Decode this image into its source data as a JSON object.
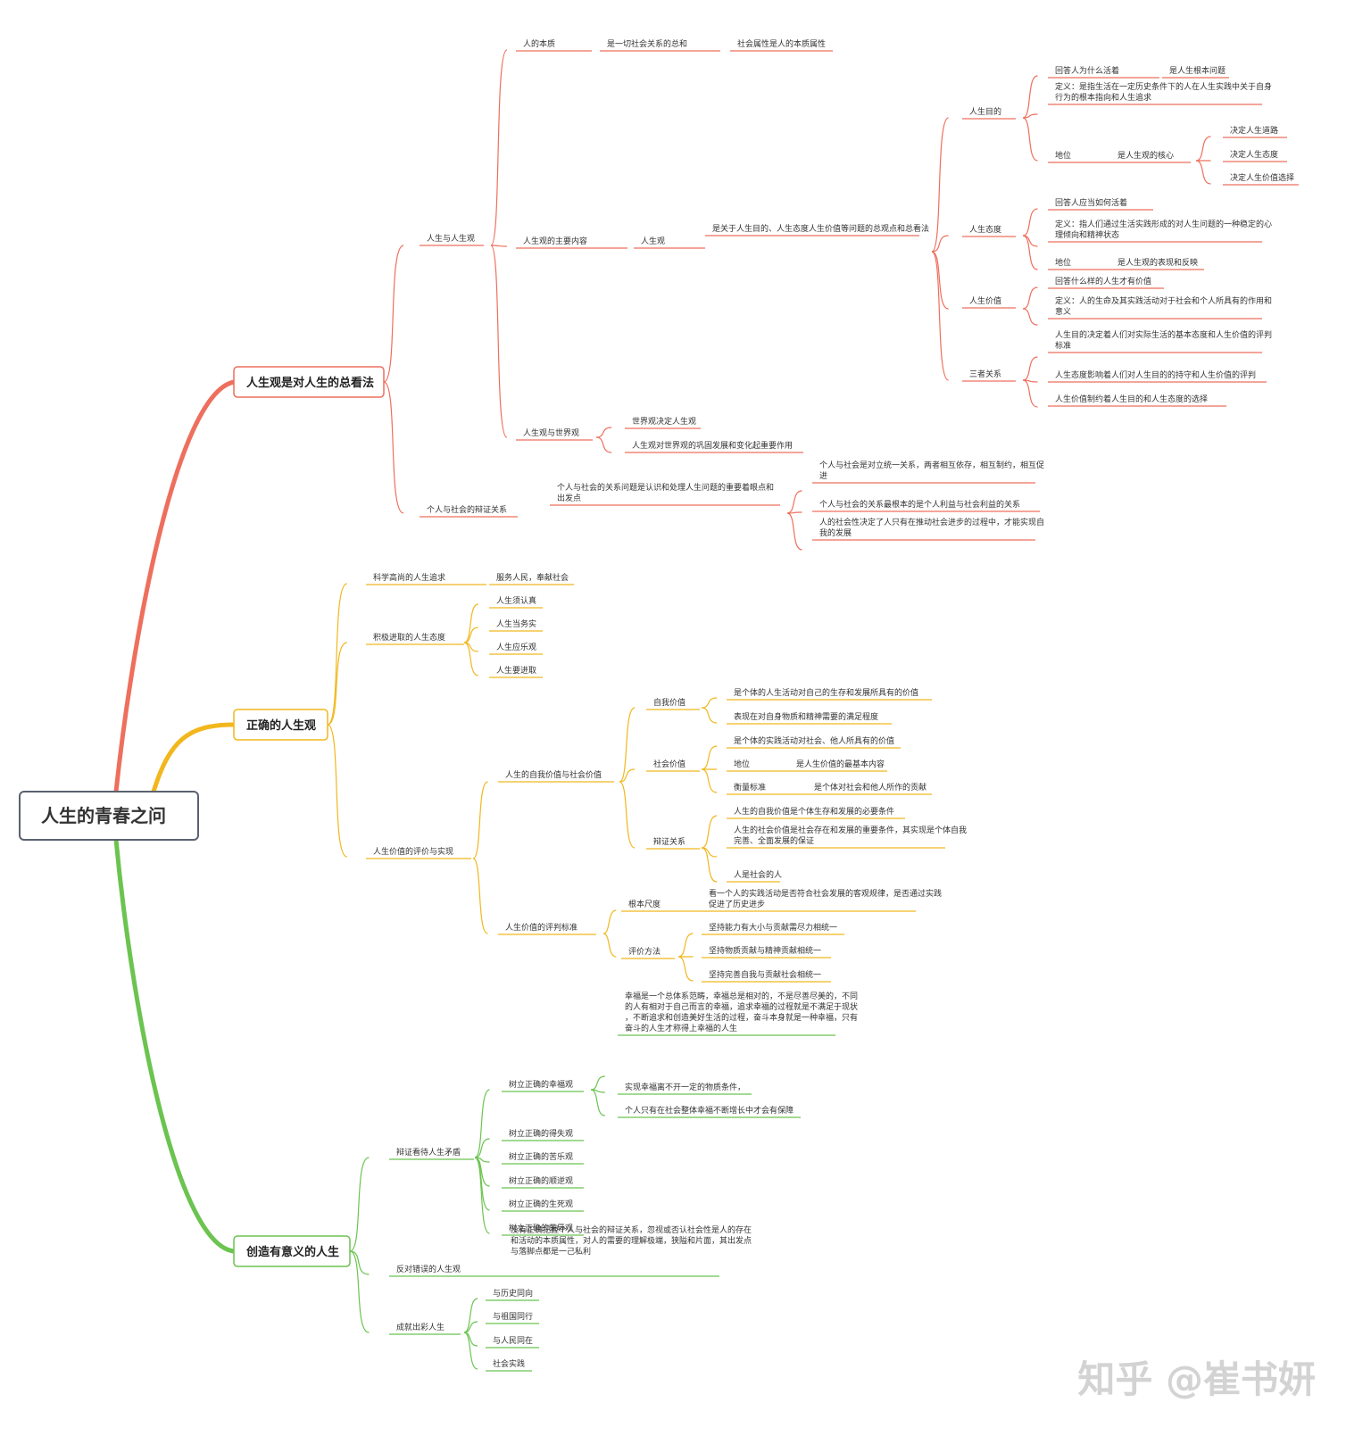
{
  "colors": {
    "red": "#ee6f5d",
    "yellow": "#f1b71d",
    "green": "#6bc450",
    "root_border": "#5a6270"
  },
  "root": "人生的青春之问",
  "branches": [
    {
      "label": "人生观是对人生的总看法",
      "children": [
        {
          "label": "人生与人生观",
          "children": [
            {
              "label": "人的本质",
              "children": [
                {
                  "label": "是一切社会关系的总和",
                  "children": [
                    {
                      "label": "社会属性是人的本质属性"
                    }
                  ]
                }
              ]
            },
            {
              "label": "人生观的主要内容",
              "children": [
                {
                  "label": "人生观",
                  "children": [
                    {
                      "label": "是关于人生目的、人生态度人生价值等问题的总观点和总看法",
                      "children": [
                        {
                          "label": "人生目的",
                          "children": [
                            {
                              "label": "回答人为什么活着",
                              "children": [
                                {
                                  "label": "是人生根本问题"
                                }
                              ]
                            },
                            {
                              "label": "定义：是指生活在一定历史条件下的人在人生实践中关于自身行为的根本指向和人生追求"
                            },
                            {
                              "label": "地位",
                              "children": [
                                {
                                  "label": "是人生观的核心",
                                  "children": [
                                    {
                                      "label": "决定人生道路"
                                    },
                                    {
                                      "label": "决定人生态度"
                                    },
                                    {
                                      "label": "决定人生价值选择"
                                    }
                                  ]
                                }
                              ]
                            }
                          ]
                        },
                        {
                          "label": "人生态度",
                          "children": [
                            {
                              "label": "回答人应当如何活着"
                            },
                            {
                              "label": "定义：指人们通过生活实践形成的对人生问题的一种稳定的心理倾向和精神状态"
                            },
                            {
                              "label": "地位",
                              "children": [
                                {
                                  "label": "是人生观的表现和反映"
                                }
                              ]
                            }
                          ]
                        },
                        {
                          "label": "人生价值",
                          "children": [
                            {
                              "label": "回答什么样的人生才有价值"
                            },
                            {
                              "label": "定义：人的生命及其实践活动对于社会和个人所具有的作用和意义"
                            }
                          ]
                        },
                        {
                          "label": "三者关系",
                          "children": [
                            {
                              "label": "人生目的决定着人们对实际生活的基本态度和人生价值的评判标准"
                            },
                            {
                              "label": "人生态度影响着人们对人生目的的持守和人生价值的评判"
                            },
                            {
                              "label": "人生价值制约着人生目的和人生态度的选择"
                            }
                          ]
                        }
                      ]
                    }
                  ]
                }
              ]
            },
            {
              "label": "人生观与世界观",
              "children": [
                {
                  "label": "世界观决定人生观"
                },
                {
                  "label": "人生观对世界观的巩固发展和变化起重要作用"
                }
              ]
            }
          ]
        },
        {
          "label": "个人与社会的辩证关系",
          "children": [
            {
              "label": "个人与社会的关系问题是认识和处理人生问题的重要着眼点和出发点",
              "children": [
                {
                  "label": "个人与社会是对立统一关系，两者相互依存，相互制约，相互促进"
                },
                {
                  "label": "个人与社会的关系最根本的是个人利益与社会利益的关系"
                },
                {
                  "label": "人的社会性决定了人只有在推动社会进步的过程中，才能实现自我的发展"
                }
              ]
            }
          ]
        }
      ]
    },
    {
      "label": "正确的人生观",
      "children": [
        {
          "label": "科学高尚的人生追求",
          "children": [
            {
              "label": "服务人民，奉献社会"
            }
          ]
        },
        {
          "label": "积极进取的人生态度",
          "children": [
            {
              "label": "人生须认真"
            },
            {
              "label": "人生当务实"
            },
            {
              "label": "人生应乐观"
            },
            {
              "label": "人生要进取"
            }
          ]
        },
        {
          "label": "人生价值的评价与实现",
          "children": [
            {
              "label": "人生的自我价值与社会价值",
              "children": [
                {
                  "label": "自我价值",
                  "children": [
                    {
                      "label": "是个体的人生活动对自己的生存和发展所具有的价值"
                    },
                    {
                      "label": "表现在对自身物质和精神需要的满足程度"
                    }
                  ]
                },
                {
                  "label": "社会价值",
                  "children": [
                    {
                      "label": "是个体的实践活动对社会、他人所具有的价值"
                    },
                    {
                      "label": "地位",
                      "children": [
                        {
                          "label": "是人生价值的最基本内容"
                        }
                      ]
                    },
                    {
                      "label": "衡量标准",
                      "children": [
                        {
                          "label": "是个体对社会和他人所作的贡献"
                        }
                      ]
                    }
                  ]
                },
                {
                  "label": "辩证关系",
                  "children": [
                    {
                      "label": "人生的自我价值是个体生存和发展的必要条件"
                    },
                    {
                      "label": "人生的社会价值是社会存在和发展的重要条件，其实现是个体自我完善、全面发展的保证"
                    },
                    {
                      "label": "人是社会的人"
                    }
                  ]
                }
              ]
            },
            {
              "label": "人生价值的评判标准",
              "children": [
                {
                  "label": "根本尺度",
                  "children": [
                    {
                      "label": "看一个人的实践活动是否符合社会发展的客观规律，是否通过实践促进了历史进步"
                    }
                  ]
                },
                {
                  "label": "评价方法",
                  "children": [
                    {
                      "label": "坚持能力有大小与贡献需尽力相统一"
                    },
                    {
                      "label": "坚持物质贡献与精神贡献相统一"
                    },
                    {
                      "label": "坚持完善自我与贡献社会相统一"
                    }
                  ]
                }
              ]
            }
          ]
        }
      ]
    },
    {
      "label": "创造有意义的人生",
      "children": [
        {
          "label": "辩证看待人生矛盾",
          "children": [
            {
              "label": "树立正确的幸福观",
              "children": [
                {
                  "label": "幸福是一个总体系范畴，幸福总是相对的，不是尽善尽美的，不同的人有相对于自己而言的幸福，追求幸福的过程就是不满足于现状，不断追求和创造美好生活的过程，奋斗本身就是一种幸福，只有奋斗的人生才称得上幸福的人生"
                },
                {
                  "label": "实现幸福离不开一定的物质条件，"
                },
                {
                  "label": "个人只有在社会整体幸福不断增长中才会有保障"
                }
              ]
            },
            {
              "label": "树立正确的得失观"
            },
            {
              "label": "树立正确的苦乐观"
            },
            {
              "label": "树立正确的顺逆观"
            },
            {
              "label": "树立正确的生死观"
            },
            {
              "label": "树立正确的荣辱观"
            }
          ]
        },
        {
          "label": "反对错误的人生观",
          "children": [
            {
              "label": "没有正确把握个人与社会的辩证关系，忽视或否认社会性是人的存在和活动的本质属性，对人的需要的理解极端，狭隘和片面，其出发点与落脚点都是一己私利"
            }
          ]
        },
        {
          "label": "成就出彩人生",
          "children": [
            {
              "label": "与历史同向"
            },
            {
              "label": "与祖国同行"
            },
            {
              "label": "与人民同在"
            },
            {
              "label": "社会实践"
            }
          ]
        }
      ]
    }
  ],
  "watermark": "知乎 @崔书妍"
}
